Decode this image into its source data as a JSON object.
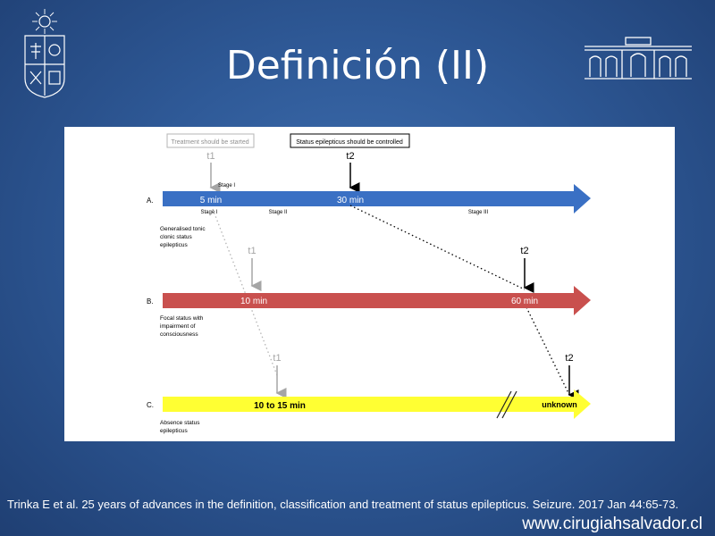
{
  "title": "Definición (II)",
  "logos": {
    "left_icon": "university-crest-icon",
    "right_icon": "building-facade-icon"
  },
  "diagram": {
    "boxes": {
      "treatment": "Treatment should be started",
      "controlled": "Status epilepticus should be controlled"
    },
    "rows": [
      {
        "letter": "A.",
        "description": [
          "Generalised tonic",
          "clonic status",
          "epilepticus"
        ],
        "t1": "t1",
        "t1_time": "5 min",
        "t2": "t2",
        "t2_time": "30 min",
        "stage_top": "Stage I",
        "stages": [
          "Stage I",
          "Stage II",
          "Stage III"
        ],
        "color": "#3a70c4"
      },
      {
        "letter": "B.",
        "description": [
          "Focal status with",
          "impairment of",
          "consciousness"
        ],
        "t1": "t1",
        "t1_time": "10 min",
        "t2": "t2",
        "t2_time": "60 min",
        "color": "#c9504e"
      },
      {
        "letter": "C.",
        "description": [
          "Absence status",
          "epilepticus"
        ],
        "t1": "t1",
        "t1_time": "10 to 15 min",
        "t2": "t2",
        "t2_time": "unknown",
        "color": "#ffff33"
      }
    ]
  },
  "citation": "Trinka E et al. 25 years of advances in the definition, classification and treatment of status epilepticus. Seizure. 2017 Jan 44:65-73.",
  "website": "www.cirugiahsalvador.cl"
}
